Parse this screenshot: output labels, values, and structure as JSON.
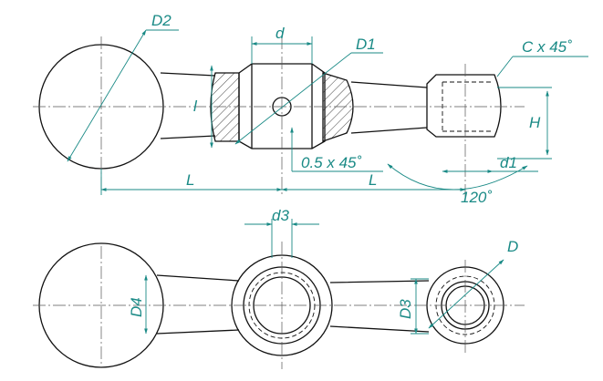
{
  "labels": {
    "D2": "D2",
    "d": "d",
    "D1": "D1",
    "chamfer": "C x 45˚",
    "l": "l",
    "H": "H",
    "bore_chamfer": "0.5 x 45˚",
    "d1": "d1",
    "L_left": "L",
    "L_right": "L",
    "angle": "120˚",
    "d3": "d3",
    "D": "D",
    "D4": "D4",
    "D3": "D3"
  },
  "colors": {
    "outline": "#111111",
    "dimension": "#1a8a86",
    "background": "#ffffff"
  }
}
